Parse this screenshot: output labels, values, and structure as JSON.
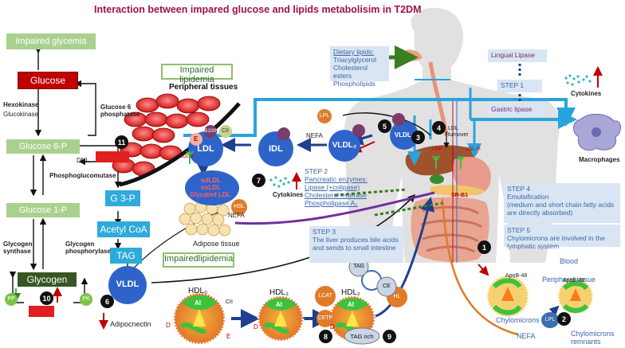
{
  "title": "Interaction between impared glucose and lipids metabolisim in T2DM",
  "left": {
    "impaired_glycemia": "Impaired glycemia",
    "glucose": "Glucose",
    "hexokinase": "Hexokinase",
    "glucokinase": "Glucokinase",
    "glucose6p_phosphatase": "Glucose 6 phosphatase",
    "glucose6p": "Glucose 6-P",
    "phosphoglucomutase": "Phosphoglucomutase",
    "glucose1p": "Glucose 1-P",
    "glycogen_synthase": "Glycogen synthase",
    "glycogen_phosphorylase": "Glycogen phosphorylase",
    "glycogen": "Glycogen",
    "pp": "PP",
    "pk": "PK",
    "dnl": "DNL"
  },
  "middle": {
    "impaired_lipidemia_top": "Impaired lipidemia",
    "peripheral_tissues": "Peripheral tissues",
    "g3p": "G 3-P",
    "acetyl_coa": "Acetyl CoA",
    "tag": "TAG",
    "impaired_lipidemia_bottom": "Impairedlipidemia",
    "adipose_tissue": "Adipose tissue",
    "vldl": "VLDL",
    "adiponectin": "Adipocnectin",
    "hsl": "HSL",
    "nefa_left": "NEFA",
    "ldl": "LDL",
    "idl": "IDL",
    "vldl2": "VLDL₂",
    "vldl1": "VLDL₁",
    "e": "E",
    "b100": "B100",
    "cii": "CII",
    "lpl": "LPL",
    "nefa_mid": "NEFA",
    "ldl_r": "LDL-R",
    "sdldl": "sdLDL",
    "oxldl": "oxLDL",
    "glycated_ldl": "Glycated LDL",
    "cytokines_mid": "Cytokines"
  },
  "step2": {
    "title": "STEP 2",
    "line1": "Pancreatic enzymes:",
    "line2": "Lipase (+colipase)",
    "line3": "Cholesterol esterase",
    "line4": "Phospholipase A₂"
  },
  "step3": "STEP 3\nThe liver produces bile acids and sends to small intestine",
  "hdl": {
    "hdl0": "HDL₀",
    "hdl3": "HDL₃",
    "hdl2": "HDL₂",
    "ai": "AI",
    "cii": "CII",
    "d": "D",
    "e": "E",
    "lcat": "LCAT",
    "cetp": "CETP",
    "tag": "TAG",
    "ce": "CE",
    "hl": "HL",
    "tag_rich": "TAG rich"
  },
  "right": {
    "dietary_lipids": "Dietary lipids:",
    "triacylglycerol": "Triacylglycerol",
    "cholesterol_esters": "Cholesterol esters",
    "phospholipids": "Phospholipids",
    "lingual_lipase": "Lingual Lipase",
    "step1": "STEP 1",
    "gastric_lipase": "Gastric lipase",
    "cytokines": "Cytokines",
    "macrophages": "Macrophages",
    "ldl_turnover": "LDL turnover",
    "lrp": "LRP",
    "ldl_r": "LDL-R",
    "sr_b1": "SR-B1",
    "step4": "STEP 4\nEmulsification\n(medium and short chain fatty acids are directly absorbed)",
    "step5": "STEP 5\nChylomicrons are involved in the lymphatic system",
    "blood": "Blood",
    "peripheral_tissue": "Peripheral tissue",
    "apob48_a": "ApoB-48",
    "apob48_b": "ApoB-48",
    "chylomicrons": "Chylomicrons",
    "nefa": "NEFA",
    "lpl": "LPL",
    "chylomicron_remnants": "Chylomicrons remnants"
  },
  "badges": [
    "1",
    "2",
    "3",
    "4",
    "5",
    "6",
    "7",
    "8",
    "9",
    "10",
    "11"
  ],
  "colors": {
    "green_box": "#a9d18e",
    "blue_box": "#2eaadc",
    "navy": "#1f3f8f",
    "red": "#c00000",
    "orange": "#e07b2a",
    "panel": "#d9e5f3"
  }
}
